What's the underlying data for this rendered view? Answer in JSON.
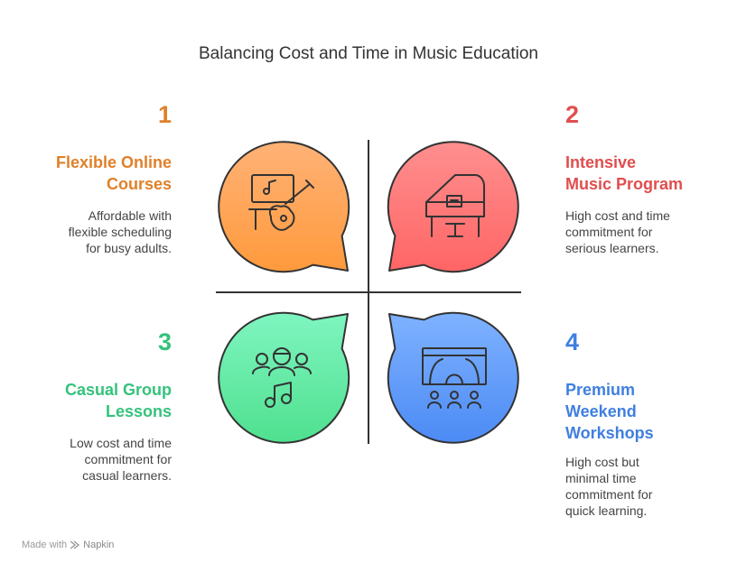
{
  "title": "Balancing Cost and Time in Music Education",
  "quadrants": [
    {
      "number": "1",
      "heading_lines": [
        "Flexible Online",
        "Courses"
      ],
      "desc_lines": [
        "Affordable with",
        "flexible scheduling",
        "for busy adults."
      ],
      "color": "#e0802a",
      "fill_top": "#ffb277",
      "fill_bottom": "#ff9a3c",
      "icon": "online-guitar-lesson-icon"
    },
    {
      "number": "2",
      "heading_lines": [
        "Intensive",
        "Music Program"
      ],
      "desc_lines": [
        "High cost and time",
        "commitment for",
        "serious learners."
      ],
      "color": "#e04e4e",
      "fill_top": "#ff8f8f",
      "fill_bottom": "#ff6565",
      "icon": "grand-piano-icon"
    },
    {
      "number": "3",
      "heading_lines": [
        "Casual Group",
        "Lessons"
      ],
      "desc_lines": [
        "Low cost and time",
        "commitment for",
        "casual learners."
      ],
      "color": "#35c27c",
      "fill_top": "#7ff5c0",
      "fill_bottom": "#4fe08f",
      "icon": "group-music-icon"
    },
    {
      "number": "4",
      "heading_lines": [
        "Premium",
        "Weekend",
        "Workshops"
      ],
      "desc_lines": [
        "High cost but",
        "minimal time",
        "commitment for",
        "quick learning."
      ],
      "color": "#3f7fe0",
      "fill_top": "#7fb2ff",
      "fill_bottom": "#4c8bf5",
      "icon": "stage-audience-icon"
    }
  ],
  "footer": {
    "prefix": "Made with",
    "brand": "Napkin"
  }
}
